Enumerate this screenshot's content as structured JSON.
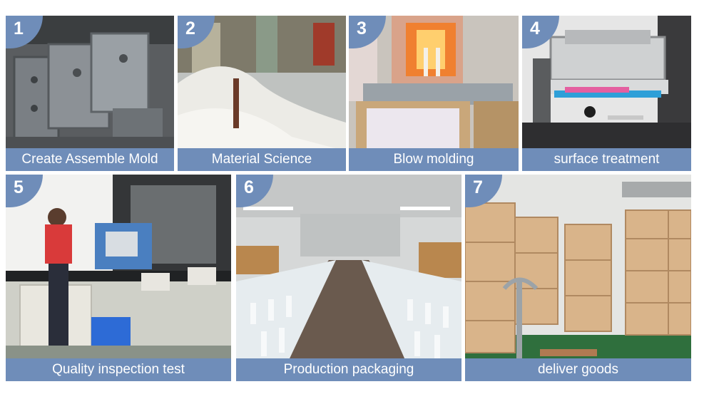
{
  "steps": [
    {
      "number": "1",
      "label": "Create Assemble Mold"
    },
    {
      "number": "2",
      "label": "Material Science"
    },
    {
      "number": "3",
      "label": "Blow molding"
    },
    {
      "number": "4",
      "label": "surface treatment"
    },
    {
      "number": "5",
      "label": "Quality inspection test"
    },
    {
      "number": "6",
      "label": "Production packaging"
    },
    {
      "number": "7",
      "label": "deliver goods"
    }
  ],
  "colors": {
    "accent": "#6f8db9",
    "caption_text": "#ffffff"
  }
}
